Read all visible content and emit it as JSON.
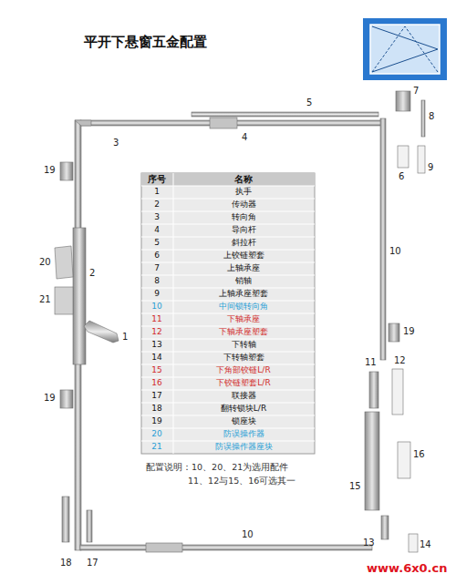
{
  "diagram": {
    "title": "平开下悬窗五金配置",
    "labels": [
      "序号",
      "名称",
      "1",
      "执手",
      "2",
      "传动器",
      "3",
      "转向角",
      "4",
      "导向杆",
      "5",
      "斜拉杆",
      "6",
      "上铰链塑套",
      "7",
      "上轴承座",
      "8",
      "销轴",
      "9",
      "上轴承座塑套",
      "10",
      "中间锁转向角",
      "11",
      "下轴承座",
      "12",
      "下轴承座塑套",
      "13",
      "下转轴",
      "14",
      "下转轴塑套",
      "15",
      "下角部铰链L/R",
      "16",
      "下铰链塑套L/R",
      "17",
      "联接器",
      "18",
      "翻转锁块L/R",
      "19",
      "锁座块",
      "20",
      "防误操作器",
      "21",
      "防误操作器座块",
      "配置说明：10、20、21为选用配件",
      "11、12与15、16可选其一",
      "1",
      "2",
      "3",
      "4",
      "5",
      "6",
      "7",
      "8",
      "9",
      "10",
      "10",
      "11",
      "12",
      "13",
      "14",
      "15",
      "16",
      "17",
      "18",
      "19",
      "19",
      "19",
      "20",
      "21",
      "www.6x0.cn"
    ]
  }
}
